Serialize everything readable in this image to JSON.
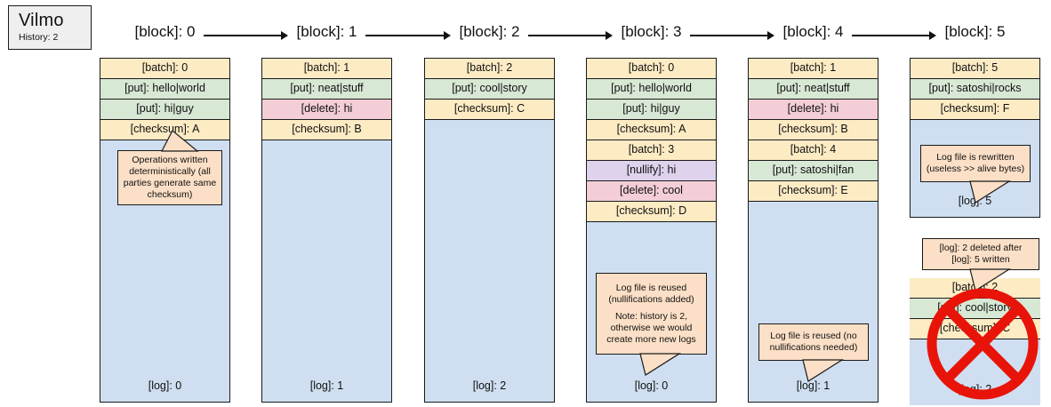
{
  "title_card": {
    "name": "Vilmo",
    "history": "History: 2"
  },
  "colors": {
    "batch": "#fdebc4",
    "put": "#d7e8d4",
    "delete": "#f3ced6",
    "nullify": "#ded2ec",
    "checksum": "#fdebc4",
    "log_area": "#cfdff1",
    "callout": "#fbdfc6",
    "cross": "#e8140a",
    "stroke": "#1a1a1a"
  },
  "blocks": [
    {
      "label": "[block]: 0"
    },
    {
      "label": "[block]: 1"
    },
    {
      "label": "[block]: 2"
    },
    {
      "label": "[block]: 3"
    },
    {
      "label": "[block]: 4"
    },
    {
      "label": "[block]: 5"
    }
  ],
  "columns": [
    {
      "id": "log-0",
      "rows": [
        {
          "kind": "batch",
          "text": "[batch]: 0"
        },
        {
          "kind": "put",
          "text": "[put]: hello|world"
        },
        {
          "kind": "put",
          "text": "[put]: hi|guy"
        },
        {
          "kind": "checksum",
          "text": "[checksum]: A"
        }
      ],
      "log_label": "[log]: 0",
      "callout": {
        "lines": [
          "Operations written",
          "deterministically (all",
          "parties generate same",
          "checksum)"
        ],
        "tail": "up"
      }
    },
    {
      "id": "log-1",
      "rows": [
        {
          "kind": "batch",
          "text": "[batch]: 1"
        },
        {
          "kind": "put",
          "text": "[put]: neat|stuff"
        },
        {
          "kind": "delete",
          "text": "[delete]: hi"
        },
        {
          "kind": "checksum",
          "text": "[checksum]: B"
        }
      ],
      "log_label": "[log]: 1",
      "callout": null
    },
    {
      "id": "log-2",
      "rows": [
        {
          "kind": "batch",
          "text": "[batch]: 2"
        },
        {
          "kind": "put",
          "text": "[put]: cool|story"
        },
        {
          "kind": "checksum",
          "text": "[checksum]: C"
        }
      ],
      "log_label": "[log]: 2",
      "callout": null
    },
    {
      "id": "log-3",
      "rows": [
        {
          "kind": "batch",
          "text": "[batch]: 0"
        },
        {
          "kind": "put",
          "text": "[put]: hello|world"
        },
        {
          "kind": "put",
          "text": "[put]: hi|guy"
        },
        {
          "kind": "checksum",
          "text": "[checksum]: A"
        },
        {
          "kind": "batch",
          "text": "[batch]: 3"
        },
        {
          "kind": "nullify",
          "text": "[nullify]: hi"
        },
        {
          "kind": "delete",
          "text": "[delete]: cool"
        },
        {
          "kind": "checksum",
          "text": "[checksum]: D"
        }
      ],
      "log_label": "[log]: 0",
      "callout": {
        "lines": [
          "Log file is reused",
          "(nullifications added)",
          "",
          "Note: history is 2,",
          "otherwise we would",
          "create more new logs"
        ],
        "tail": "down-left"
      }
    },
    {
      "id": "log-4",
      "rows": [
        {
          "kind": "batch",
          "text": "[batch]: 1"
        },
        {
          "kind": "put",
          "text": "[put]: neat|stuff"
        },
        {
          "kind": "delete",
          "text": "[delete]: hi"
        },
        {
          "kind": "checksum",
          "text": "[checksum]: B"
        },
        {
          "kind": "batch",
          "text": "[batch]: 4"
        },
        {
          "kind": "put",
          "text": "[put]: satoshi|fan"
        },
        {
          "kind": "checksum",
          "text": "[checksum]: E"
        }
      ],
      "log_label": "[log]: 1",
      "callout": {
        "lines": [
          "Log file is reused (no",
          "nullifications needed)"
        ],
        "tail": "down-left"
      }
    },
    {
      "id": "log-5",
      "rows": [
        {
          "kind": "batch",
          "text": "[batch]: 5"
        },
        {
          "kind": "put",
          "text": "[put]: satoshi|rocks"
        },
        {
          "kind": "checksum",
          "text": "[checksum]: F"
        }
      ],
      "log_label": "[log]: 5",
      "callout": {
        "lines": [
          "Log file is rewritten",
          "(useless >> alive bytes)"
        ],
        "tail": "down-left"
      }
    }
  ],
  "deleted_log": {
    "id": "deleted-log-2",
    "rows": [
      {
        "kind": "batch",
        "text": "[batch]: 2"
      },
      {
        "kind": "put",
        "text": "[put]: cool|story"
      },
      {
        "kind": "checksum",
        "text": "[checksum]: C"
      }
    ],
    "log_label": "[log]: 2",
    "callout": {
      "lines": [
        "[log]: 2 deleted after",
        "[log]: 5 written"
      ],
      "tail": "down-left"
    },
    "mark": "cross-out-circle"
  }
}
